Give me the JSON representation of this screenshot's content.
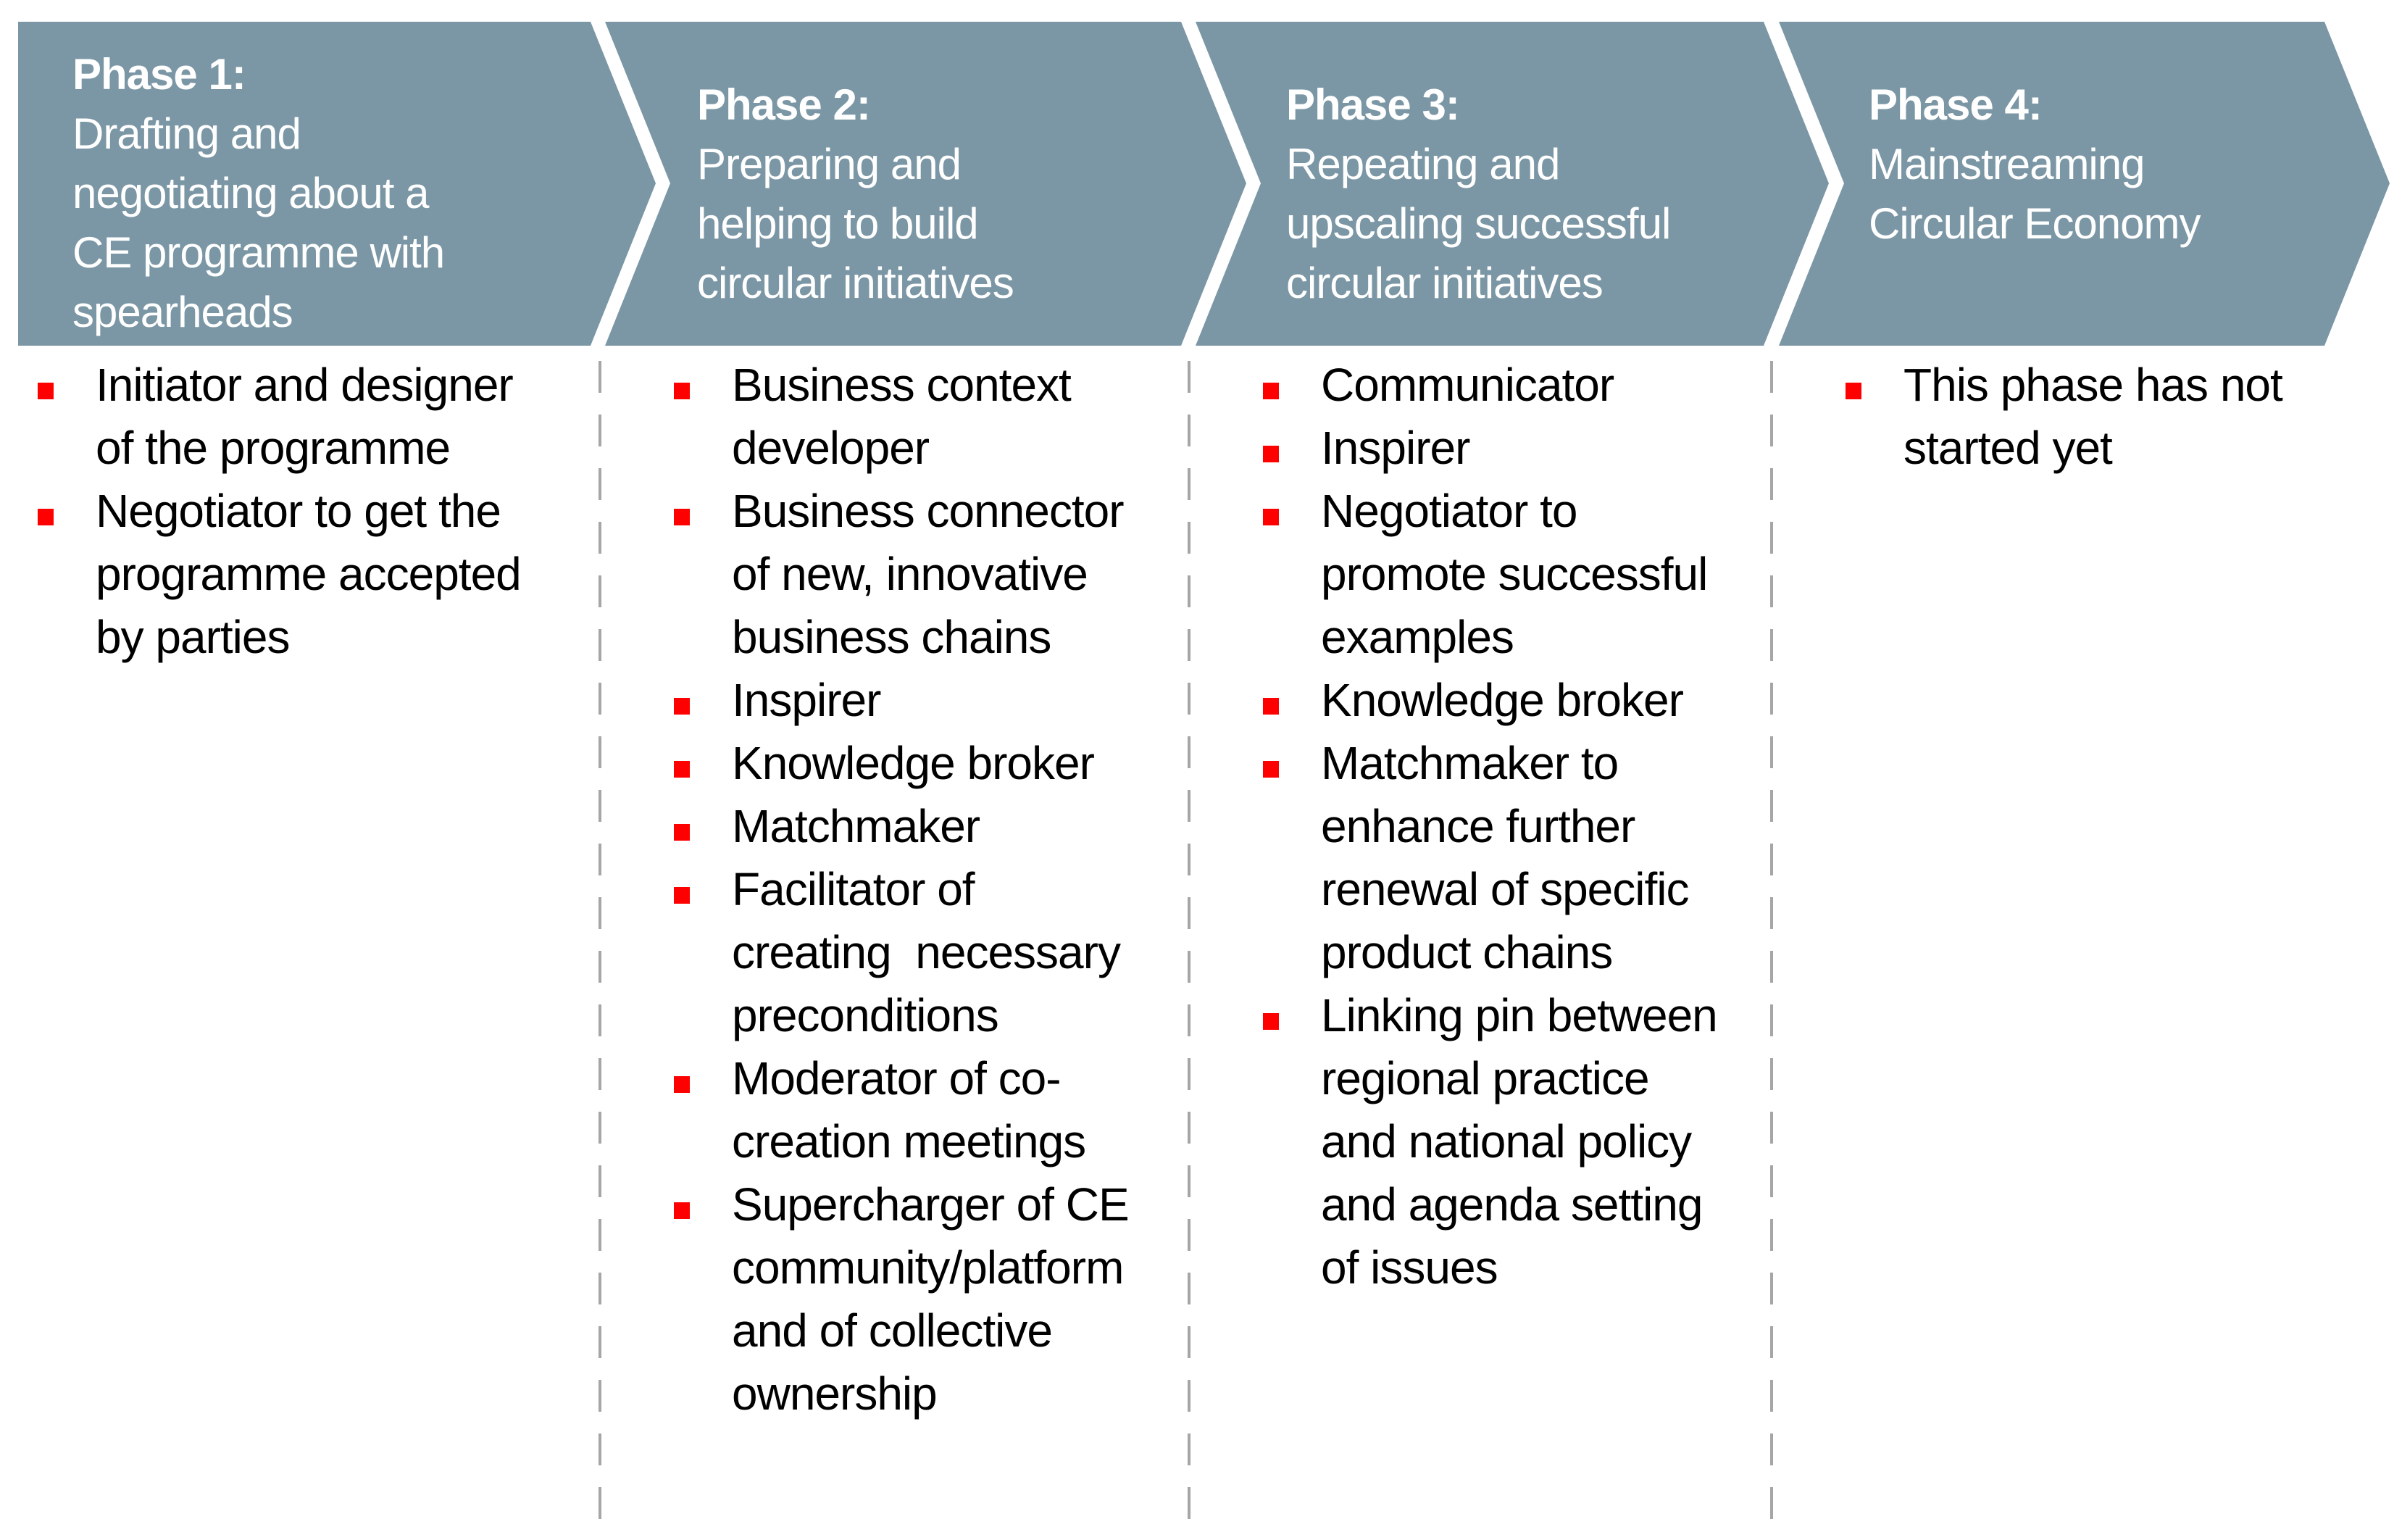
{
  "colors": {
    "chevron_fill": "#7b97a5",
    "chevron_text": "#ffffff",
    "bullet_square": "#ff0000",
    "divider_gray": "#a6a6a6",
    "body_text": "#000000",
    "background": "#ffffff"
  },
  "phases": [
    {
      "title": "Phase 1:",
      "subtitle": "Drafting and\nnegotiating about a\nCE programme with\nspearheads",
      "bullets": [
        "Initiator and designer\nof the programme",
        "Negotiator to get the\nprogramme accepted\nby parties"
      ]
    },
    {
      "title": "Phase 2:",
      "subtitle": "Preparing and\nhelping to build\ncircular initiatives",
      "bullets": [
        "Business context\ndeveloper",
        "Business connector\nof new, innovative\nbusiness chains",
        "Inspirer",
        "Knowledge broker",
        "Matchmaker",
        "Facilitator of\ncreating  necessary\npreconditions",
        "Moderator of co-\ncreation meetings",
        "Supercharger of CE\ncommunity/platform\nand of collective\nownership"
      ]
    },
    {
      "title": "Phase 3:",
      "subtitle": "Repeating and\nupscaling successful\ncircular initiatives",
      "bullets": [
        "Communicator",
        "Inspirer",
        "Negotiator to\npromote successful\nexamples",
        "Knowledge broker",
        "Matchmaker to\nenhance further\nrenewal of specific\nproduct chains",
        "Linking pin between\nregional practice\nand national policy\nand agenda setting\nof issues"
      ]
    },
    {
      "title": "Phase 4:",
      "subtitle": "Mainstreaming\nCircular Economy",
      "bullets": [
        "This phase has not\nstarted yet"
      ]
    }
  ]
}
